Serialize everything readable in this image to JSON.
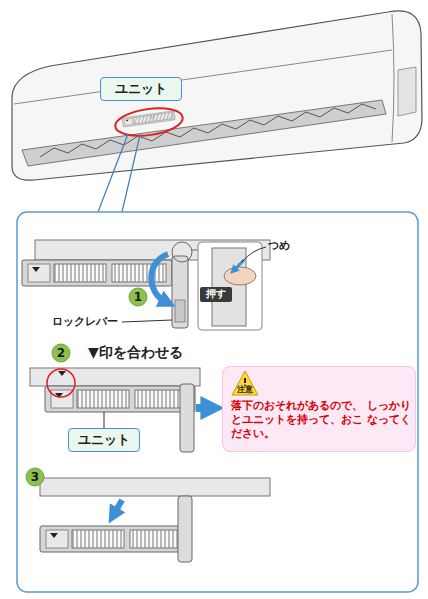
{
  "diagram": {
    "nodes": [
      {
        "text": [
          "ユニット"
        ]
      },
      {
        "text": [
          "1"
        ]
      },
      {
        "text": [
          "押す"
        ]
      },
      {
        "text": [
          "2"
        ]
      },
      {
        "text": [
          "ユニット"
        ]
      },
      {
        "text": [
          "落下のおそれがあるので、 しっかりとユニットを持って、おこ なってください。"
        ]
      },
      {
        "text": [
          "注意"
        ],
        "in": 5
      },
      {
        "text": [
          "3"
        ]
      }
    ],
    "labels": [
      "つめ",
      "ロックレバー",
      "▼印を合わせる"
    ]
  }
}
